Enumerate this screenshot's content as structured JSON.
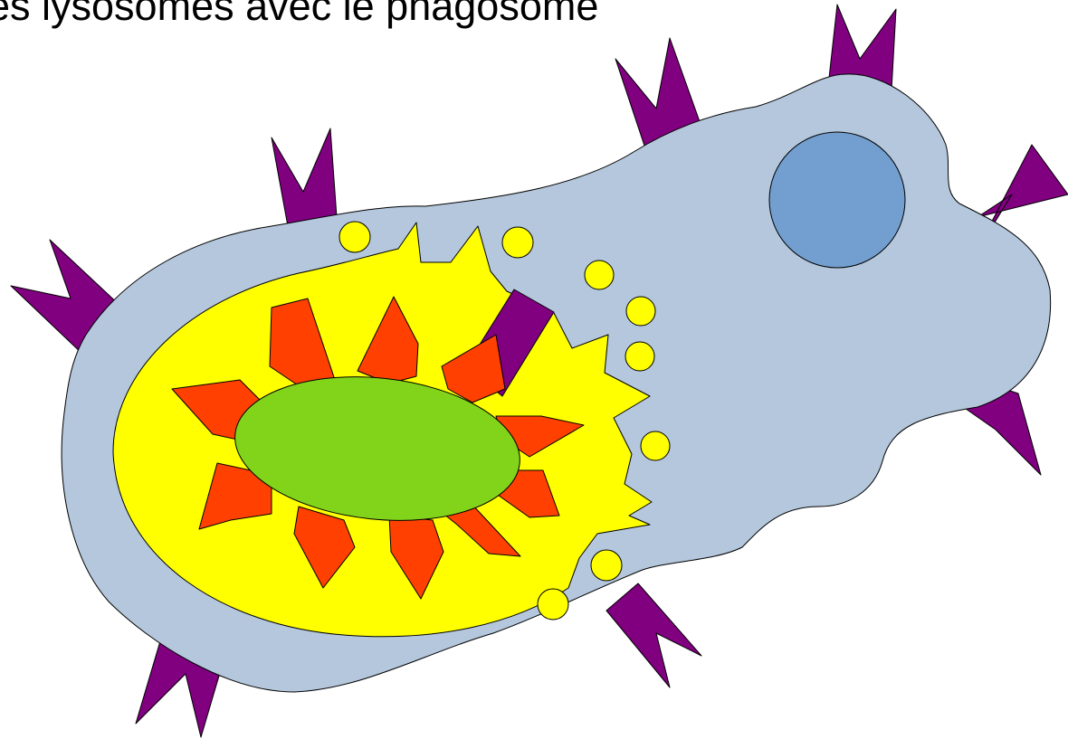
{
  "slide": {
    "title": "es lysosomes avec le phagosome"
  },
  "diagram": {
    "colors": {
      "pseudopod": "#800080",
      "cytoplasm": "#b4c7dc",
      "nucleus": "#729fcf",
      "phagolysosome": "#ffff00",
      "lysosome": "#ffff00",
      "bacterium_body": "#81d41a",
      "bacterium_spikes": "#ff4000",
      "outline": "#000000"
    },
    "icons": {
      "pseudopod": "purple-pseudopod-shape",
      "bacterium": "green-bacterium-with-red-spikes",
      "lysosome": "yellow-circle"
    }
  }
}
